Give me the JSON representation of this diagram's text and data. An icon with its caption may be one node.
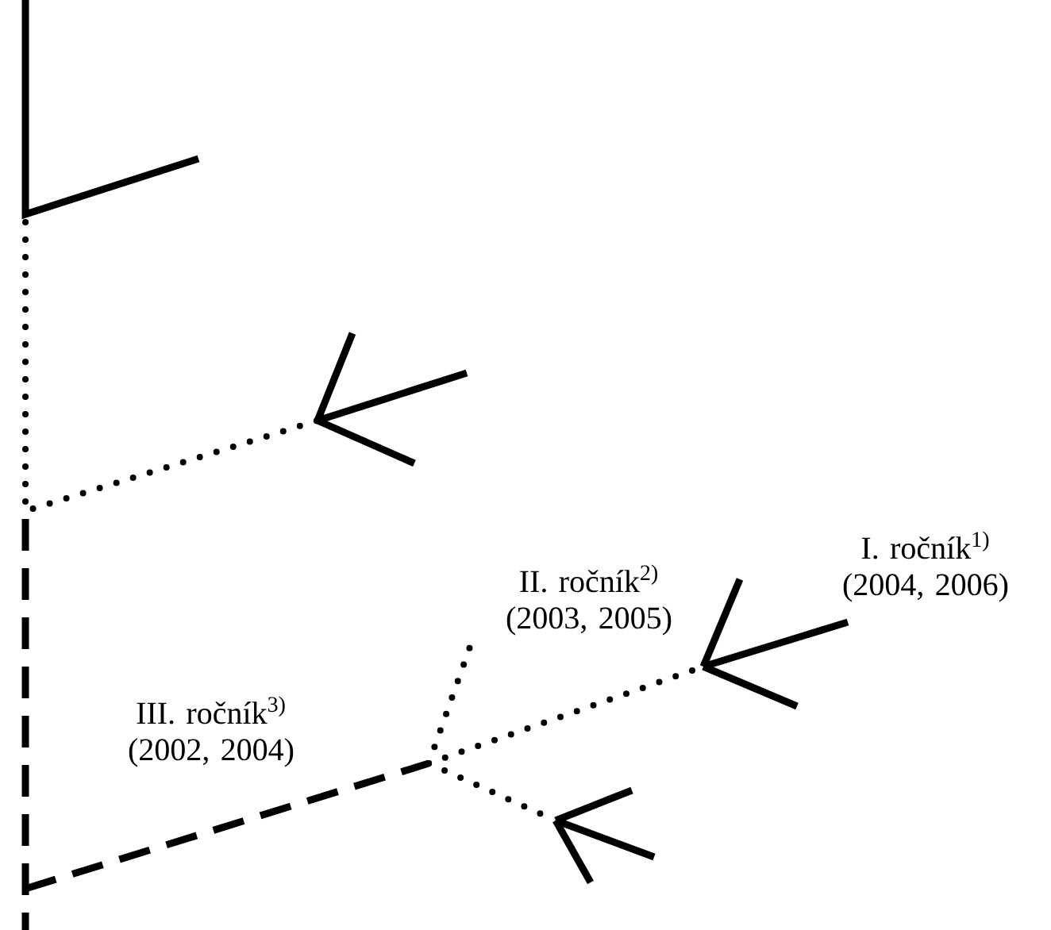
{
  "diagram": {
    "labels": [
      "I. ročník$^{1)}$ (2004, 2006)",
      "II. ročník$^{2)}$ (2003, 2005)",
      "III. ročník$^{3)}$ (2002, 2004)"
    ]
  }
}
